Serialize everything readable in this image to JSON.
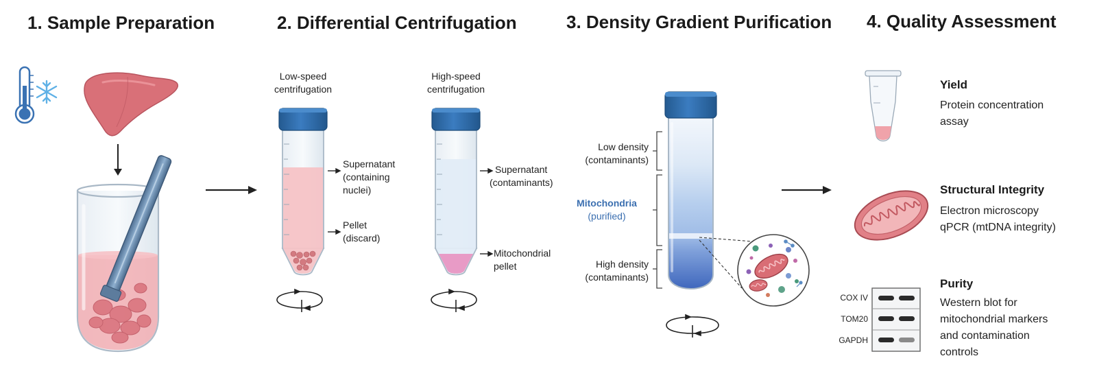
{
  "stages": [
    {
      "title": "1. Sample Preparation"
    },
    {
      "title": "2. Differential Centrifugation"
    },
    {
      "title": "3. Density Gradient Purification"
    },
    {
      "title": "4. Quality Assessment"
    }
  ],
  "centrifugation": {
    "low_speed": {
      "heading": [
        "Low-speed",
        "centrifugation"
      ],
      "supernatant": [
        "Supernatant",
        "(containing",
        "nuclei)"
      ],
      "pellet": [
        "Pellet",
        "(discard)"
      ]
    },
    "high_speed": {
      "heading": [
        "High-speed",
        "centrifugation"
      ],
      "supernatant": [
        "Supernatant",
        "(contaminants)"
      ],
      "pellet": [
        "Mitochondrial",
        "pellet"
      ]
    }
  },
  "gradient": {
    "low_density": [
      "Low density",
      "(contaminants)"
    ],
    "mitochondria": [
      "Mitochondria",
      "(purified)"
    ],
    "high_density": [
      "High density",
      "(contaminants)"
    ]
  },
  "quality": {
    "yield": {
      "title": "Yield",
      "desc": [
        "Protein concentration",
        "assay"
      ]
    },
    "structural": {
      "title": "Structural Integrity",
      "desc": [
        "Electron microscopy",
        "qPCR (mtDNA integrity)"
      ]
    },
    "purity": {
      "title": "Purity",
      "desc": [
        "Western blot for",
        "mitochondrial markers",
        "and contamination",
        "controls"
      ]
    },
    "blot_rows": [
      "COX IV",
      "TOM20",
      "GAPDH"
    ]
  },
  "colors": {
    "cap_blue": "#2e6aa6",
    "mito_label": "#3b6fb0",
    "tissue_pink": "#d9707a",
    "gradient_dark": "#4a74c4"
  },
  "icons": [
    "thermometer-icon",
    "snowflake-icon",
    "liver-icon",
    "homogenizer-icon",
    "arrow-right-icon",
    "rotation-icon",
    "microtube-icon",
    "mitochondrion-icon",
    "western-blot-icon"
  ]
}
